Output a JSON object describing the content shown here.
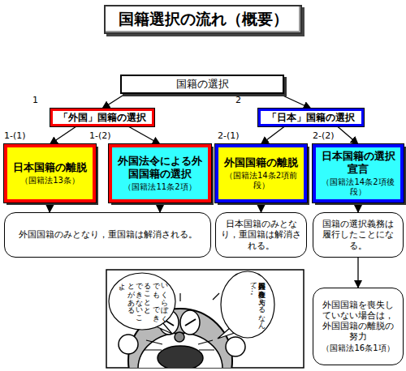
{
  "diagram": {
    "title": "国籍選択の流れ（概要）",
    "nodes": [
      {
        "text": [
          "国籍の選択"
        ]
      },
      {
        "text": [
          "「外国」国籍の選択"
        ]
      },
      {
        "text": [
          "「日本」国籍の選択"
        ]
      },
      {
        "text": [
          "日本国籍の離脱",
          "（国籍法13条）"
        ]
      },
      {
        "text": [
          "外国法令による外国国籍の選択",
          "（国籍法11条2項）"
        ]
      },
      {
        "text": [
          "外国国籍の離脱",
          "（国籍法14条2項前段）"
        ]
      },
      {
        "text": [
          "日本国籍の選択宣言",
          "（国籍法14条2項後段）"
        ]
      },
      {
        "text": [
          "外国国籍のみとなり，重国籍は解消される。"
        ]
      },
      {
        "text": [
          "日本国籍のみとなり，重国籍は解消される。"
        ]
      },
      {
        "text": [
          "国籍の選択義務は履行したことになる。"
        ]
      },
      {
        "text": [
          "外国国籍を喪失していない場合は，外国国籍の離脱の努力",
          "（国籍法16条1項）"
        ]
      }
    ],
    "edges": [
      {
        "from": 0,
        "to": 1,
        "arrow": "to"
      },
      {
        "from": 0,
        "to": 2,
        "arrow": "to"
      },
      {
        "from": 1,
        "to": 3,
        "arrow": "to"
      },
      {
        "from": 1,
        "to": 4,
        "arrow": "to"
      },
      {
        "from": 2,
        "to": 5,
        "arrow": "to"
      },
      {
        "from": 2,
        "to": 6,
        "arrow": "to"
      },
      {
        "from": 3,
        "to": 7,
        "arrow": "to"
      },
      {
        "from": 4,
        "to": 7,
        "arrow": "to"
      },
      {
        "from": 5,
        "to": 8,
        "arrow": "to"
      },
      {
        "from": 6,
        "to": 9,
        "arrow": "to"
      },
      {
        "from": 9,
        "to": 10,
        "arrow": "to"
      }
    ],
    "labels": [
      "1",
      "2",
      "1-(1)",
      "1-(2)",
      "2-(1)",
      "2-(2)",
      "いくらぼくでも、できることと、できないことがあるよ。",
      "在日外国人に参政権を与えるなんて…。"
    ]
  }
}
